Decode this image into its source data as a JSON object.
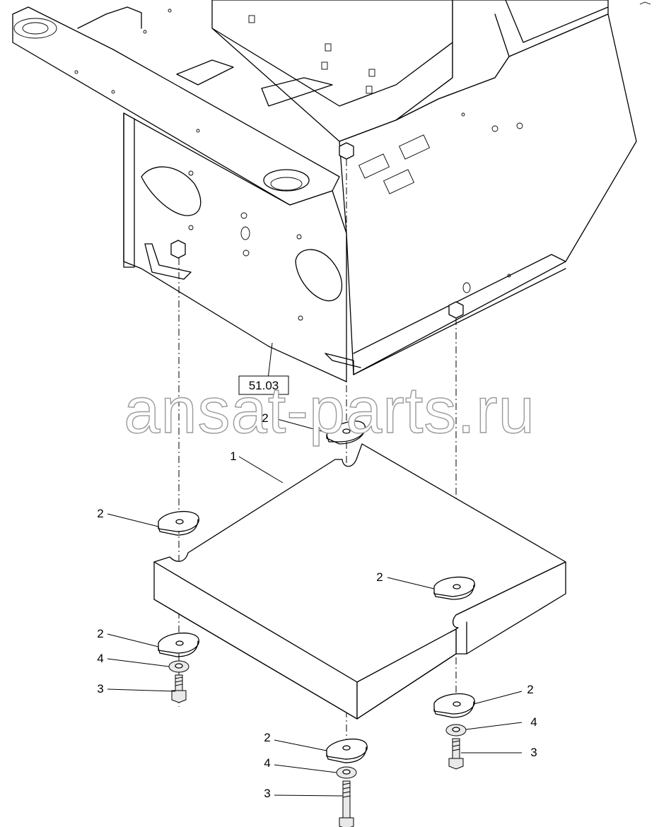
{
  "watermark": "ansat-parts.ru",
  "reference_box": "51.03",
  "callouts": {
    "c_top_washer": "2",
    "c_plate": "1",
    "c_left_washer_top": "2",
    "c_right_washer_top": "2",
    "c_left_washer_bottom": "2",
    "c_left_washer_small": "4",
    "c_left_bolt": "3",
    "c_center_washer_bottom": "2",
    "c_center_washer_small": "4",
    "c_center_bolt": "3",
    "c_right_washer_bottom": "2",
    "c_right_washer_small": "4",
    "c_right_bolt": "3"
  }
}
